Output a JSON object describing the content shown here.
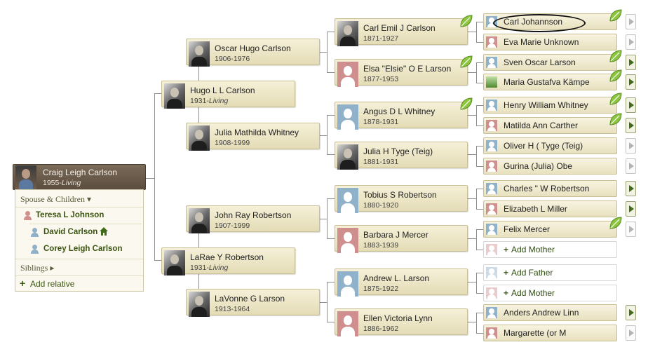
{
  "root": {
    "name": "Craig Leigh Carlson",
    "birth": "1955-",
    "status": "Living"
  },
  "panel": {
    "spouse_children_label": "Spouse & Children ▾",
    "spouse": "Teresa L Johnson",
    "children": [
      "David Carlson",
      "Corey Leigh Carlson"
    ],
    "siblings_label": "Siblings ▸",
    "add_relative": "Add relative"
  },
  "gen1": {
    "father": {
      "name": "Hugo L L Carlson",
      "birth": "1931-",
      "status": "Living"
    },
    "mother": {
      "name": "LaRae Y Robertson",
      "birth": "1931-",
      "status": "Living"
    }
  },
  "gen2": [
    {
      "name": "Oscar Hugo Carlson",
      "life": "1906-1976"
    },
    {
      "name": "Julia Mathilda Whitney",
      "life": "1908-1999"
    },
    {
      "name": "John Ray Robertson",
      "life": "1907-1999"
    },
    {
      "name": "LaVonne G Larson",
      "life": "1913-1964"
    }
  ],
  "gen3": [
    {
      "name": "Carl Emil J Carlson",
      "life": "1871-1927"
    },
    {
      "name": "Elsa \"Elsie\" O E Larson",
      "life": "1877-1953"
    },
    {
      "name": "Angus D L Whitney",
      "life": "1878-1931"
    },
    {
      "name": "Julia H Tyge (Teig)",
      "life": "1881-1931"
    },
    {
      "name": "Tobius S Robertson",
      "life": "1880-1920"
    },
    {
      "name": "Barbara J Mercer",
      "life": "1883-1939"
    },
    {
      "name": "Andrew L. Larson",
      "life": "1875-1922"
    },
    {
      "name": "Ellen Victoria Lynn",
      "life": "1886-1962"
    }
  ],
  "gen4": [
    "Carl Johannson",
    "Eva Marie Unknown",
    "Sven Oscar Larson",
    "Maria Gustafva Kämpe",
    "Henry William Whitney",
    "Matilda Ann Carther",
    "Oliver H ( Tyge (Teig)",
    "Gurina (Julia) Obe",
    "Charles \" W Robertson",
    "Elizabeth L Miller",
    "Felix Mercer",
    "Add Mother",
    "Add Father",
    "Add Mother",
    "Anders Andrew Linn",
    "Margarette (or M"
  ],
  "icons": {
    "leaf": "hint-leaf-icon",
    "arrow": "expand-arrow-icon",
    "home": "home-icon",
    "plus": "plus-icon"
  },
  "colors": {
    "male": "#8fb1c9",
    "female": "#cf8f8f",
    "leaf": "#8cc63f",
    "root": "#6a5a4a"
  }
}
